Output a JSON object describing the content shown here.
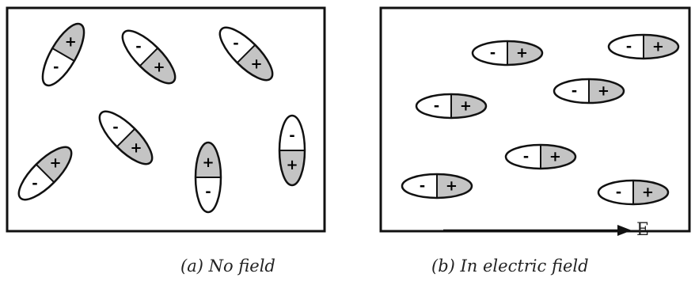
{
  "panel_a": {
    "caption": "(a) No field",
    "dipoles": [
      {
        "angle": -60,
        "positive": "+",
        "negative": "-"
      },
      {
        "angle": 45,
        "positive": "+",
        "negative": "-"
      },
      {
        "angle": 45,
        "positive": "+",
        "negative": "-"
      },
      {
        "angle": 45,
        "positive": "+",
        "negative": "-"
      },
      {
        "angle": -45,
        "positive": "+",
        "negative": "-"
      },
      {
        "angle": -90,
        "positive": "+",
        "negative": "-"
      },
      {
        "angle": 90,
        "positive": "+",
        "negative": "-"
      }
    ]
  },
  "panel_b": {
    "caption": "(b) In electric field",
    "dipoles": [
      {
        "angle": 0,
        "positive": "+",
        "negative": "-"
      },
      {
        "angle": 0,
        "positive": "+",
        "negative": "-"
      },
      {
        "angle": 0,
        "positive": "+",
        "negative": "-"
      },
      {
        "angle": 0,
        "positive": "+",
        "negative": "-"
      },
      {
        "angle": 0,
        "positive": "+",
        "negative": "-"
      },
      {
        "angle": 0,
        "positive": "+",
        "negative": "-"
      },
      {
        "angle": 0,
        "positive": "+",
        "negative": "-"
      }
    ]
  },
  "field": {
    "label": "E"
  },
  "colors": {
    "positive_fill": "#c4c4c4",
    "negative_fill": "#ffffff",
    "outline": "#111111"
  }
}
